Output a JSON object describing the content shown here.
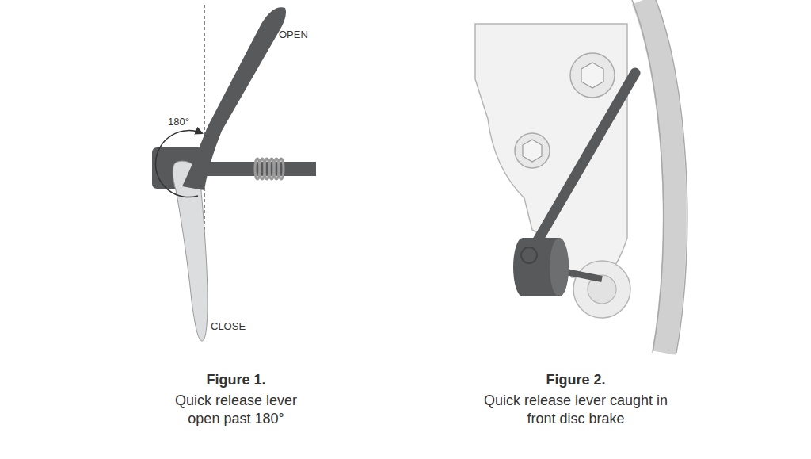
{
  "diagram": {
    "labels": [
      "OPEN",
      "180°",
      "CLOSE",
      "Figure 1.",
      "Quick release lever open past 180°",
      "Figure 2.",
      "Quick release lever caught in front disc brake"
    ]
  }
}
